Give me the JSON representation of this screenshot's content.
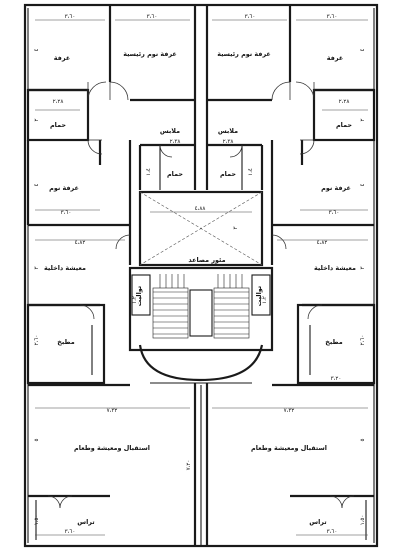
{
  "rooms": {
    "room": "غرفة",
    "master_bedroom": "غرفة نوم رئيسية",
    "bathroom": "حمام",
    "wardrobe": "ملابس",
    "bedroom": "غرفة نوم",
    "elevator": "مئور مصاعد",
    "inner_living": "معيشة داخلية",
    "toilet": "تواليت",
    "kitchen": "مطبخ",
    "reception": "استقبال ومعيشة وطعام",
    "terrace": "تراس"
  },
  "dims": {
    "d_3_60": "٣،٦٠",
    "d_2_28": "٢،٢٨",
    "d_2_38": "٢،٣٨",
    "d_4_88": "٤،٨٨",
    "d_4_82": "٤،٨٢",
    "d_3_20": "٣،٢٠",
    "d_7_32": "٧،٣٢",
    "d_7_20": "٧،٢٠",
    "d_2": "٢",
    "d_3": "٣",
    "d_4": "٤",
    "d_5": "٥",
    "d_1_4": "١،٤",
    "d_1_2": "١،٢",
    "d_2_20": "٢،٢٠",
    "d_3_00": "٣،٠٠",
    "d_2_60": "٢،٦٠",
    "d_1_50": "١،٥٠"
  }
}
